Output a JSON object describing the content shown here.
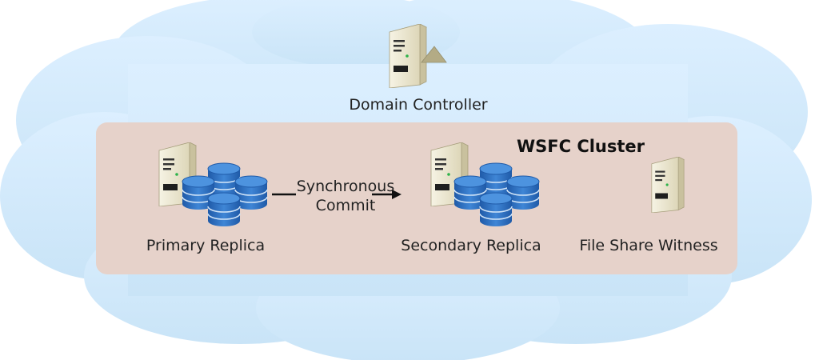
{
  "diagram": {
    "domain_controller": {
      "label": "Domain Controller",
      "icon": "server-tower-icon"
    },
    "cluster": {
      "title": "WSFC Cluster"
    },
    "primary": {
      "label": "Primary Replica",
      "icon": "server-database-icon"
    },
    "secondary": {
      "label": "Secondary Replica",
      "icon": "server-database-icon"
    },
    "witness": {
      "label": "File Share Witness",
      "icon": "server-tower-icon"
    },
    "link": {
      "line1": "Synchronous",
      "line2": "Commit"
    }
  },
  "colors": {
    "cloud": "#cfe7f7",
    "cluster_box": "#e6d2ca",
    "database": "#2f6fc0",
    "server": "#ece6cf",
    "text": "#222222"
  }
}
